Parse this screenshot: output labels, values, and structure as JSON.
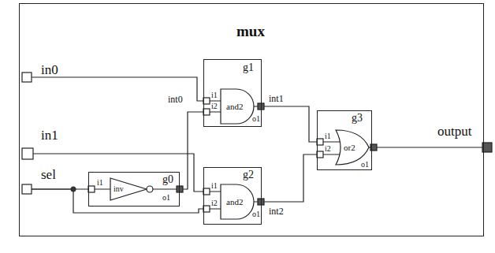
{
  "diagram": {
    "nodes": [
      {
        "text": [
          "mux"
        ]
      },
      {
        "text": [
          "in0"
        ],
        "in": 0
      },
      {
        "text": [
          "in1"
        ],
        "in": 0
      },
      {
        "text": [
          "sel"
        ],
        "in": 0
      },
      {
        "text": [
          "g1",
          "and2",
          "i1",
          "i2",
          "o1"
        ],
        "in": 0
      },
      {
        "text": [
          "g0",
          "inv",
          "i1",
          "o1"
        ],
        "in": 0
      },
      {
        "text": [
          "g2",
          "and2",
          "i1",
          "i2",
          "o1"
        ],
        "in": 0
      },
      {
        "text": [
          "g3",
          "or2",
          "i1",
          "i2",
          "o1"
        ],
        "in": 0
      },
      {
        "text": [
          "output"
        ],
        "in": 0
      }
    ],
    "edges": [
      {
        "from": 1,
        "to": 4,
        "arrow": "none"
      },
      {
        "from": 3,
        "to": 5,
        "arrow": "none"
      },
      {
        "from": 5,
        "to": 4,
        "label": "int0",
        "arrow": "none"
      },
      {
        "from": 2,
        "to": 6,
        "arrow": "none"
      },
      {
        "from": 3,
        "to": 6,
        "arrow": "none"
      },
      {
        "from": 4,
        "to": 7,
        "label": "int1",
        "arrow": "none"
      },
      {
        "from": 6,
        "to": 7,
        "label": "int2",
        "arrow": "none"
      },
      {
        "from": 7,
        "to": 8,
        "arrow": "none"
      }
    ]
  }
}
